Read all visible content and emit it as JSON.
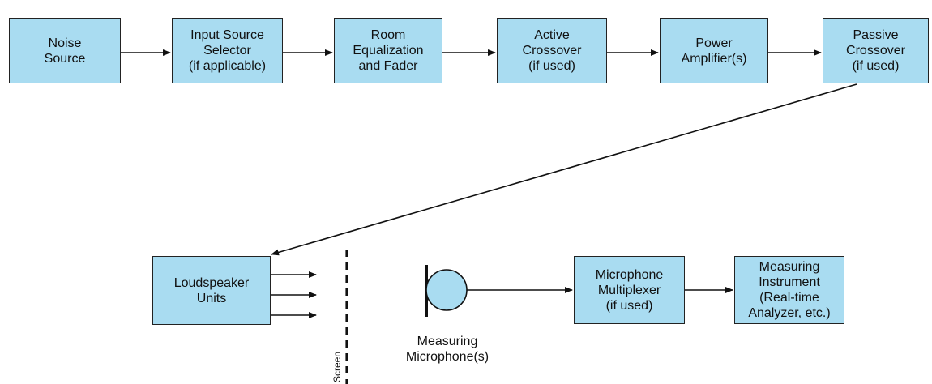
{
  "diagram": {
    "boxes": {
      "noise_source": "Noise\nSource",
      "input_selector": "Input Source\nSelector\n(if applicable)",
      "room_eq": "Room\nEqualization\nand Fader",
      "active_crossover": "Active\nCrossover\n(if used)",
      "power_amp": "Power\nAmplifier(s)",
      "passive_crossover": "Passive\nCrossover\n(if used)",
      "loudspeaker": "Loudspeaker\nUnits",
      "mic_multiplexer": "Microphone\nMultiplexer\n(if used)",
      "measuring_instrument": "Measuring\nInstrument\n(Real-time\nAnalyzer, etc.)"
    },
    "labels": {
      "measuring_mic": "Measuring\nMicrophone(s)",
      "screen": "Screen"
    },
    "colors": {
      "box_fill": "#a9dcf1",
      "stroke": "#222222"
    }
  }
}
